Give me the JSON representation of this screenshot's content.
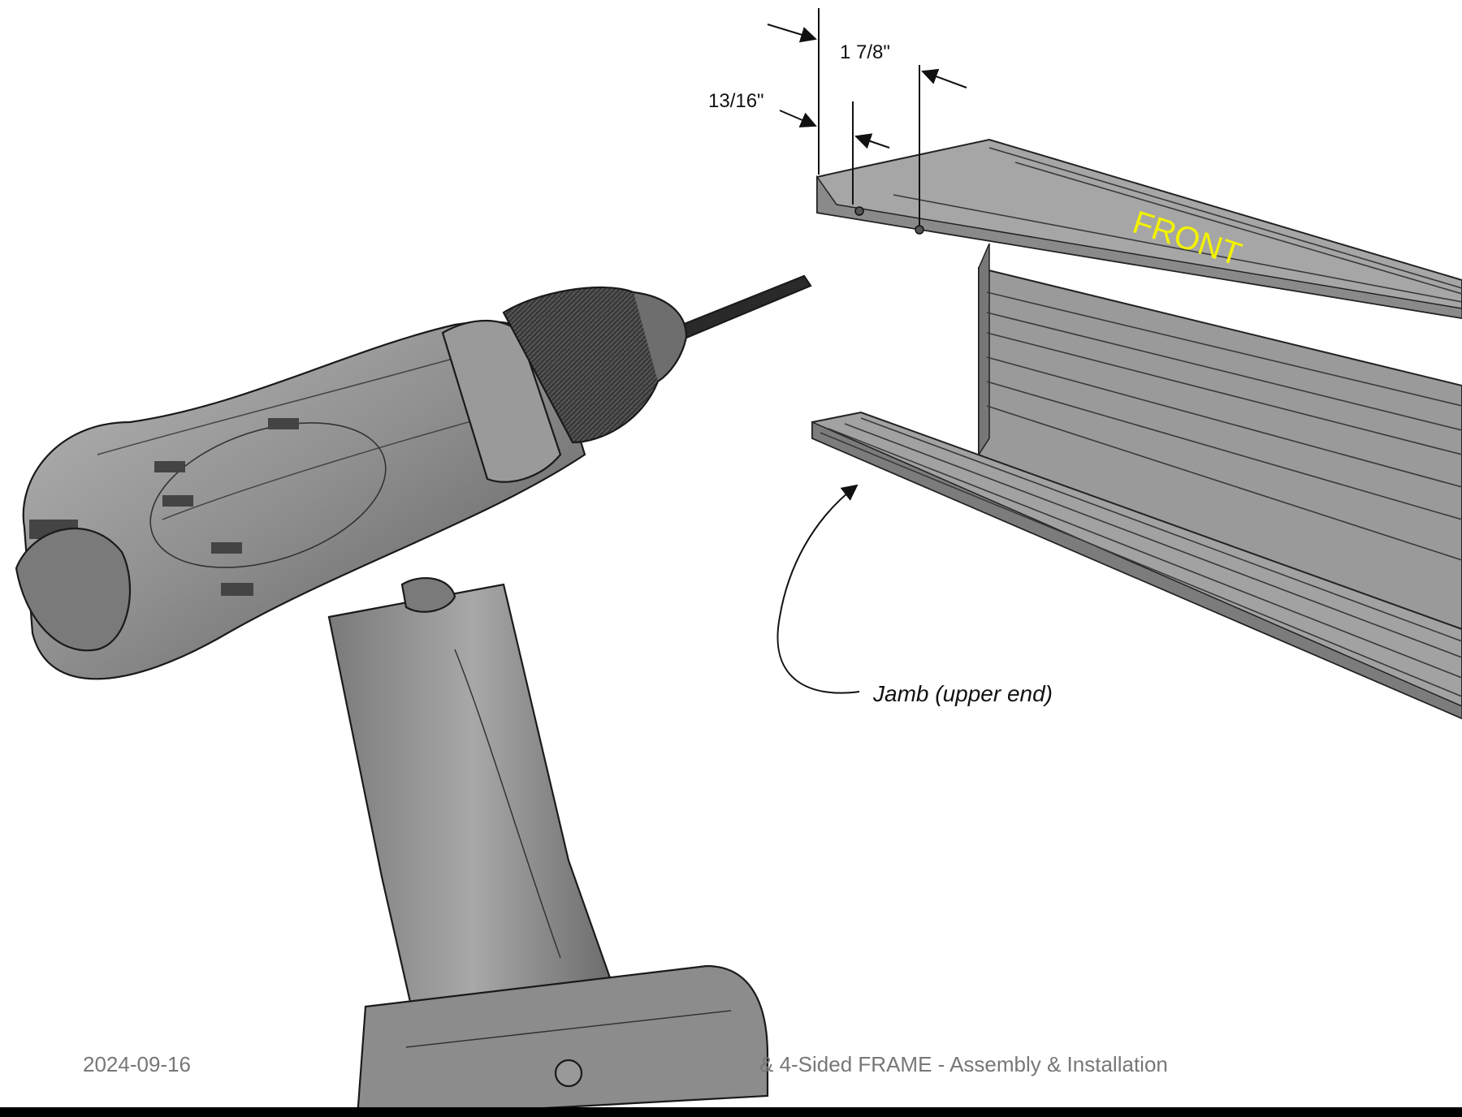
{
  "colors": {
    "front_label": "#f2f200",
    "footer_text": "#777777",
    "profile_gray": "#9a9a9a",
    "drill_gray": "#8a8a8a",
    "bottom_bar": "#000000"
  },
  "diagram": {
    "dimensions": {
      "outer": "1 7/8\"",
      "inner": "13/16\""
    },
    "front_label": "FRONT",
    "callout": "Jamb (upper end)"
  },
  "footer": {
    "date": "2024-09-16",
    "title": "& 4-Sided FRAME - Assembly & Installation"
  }
}
